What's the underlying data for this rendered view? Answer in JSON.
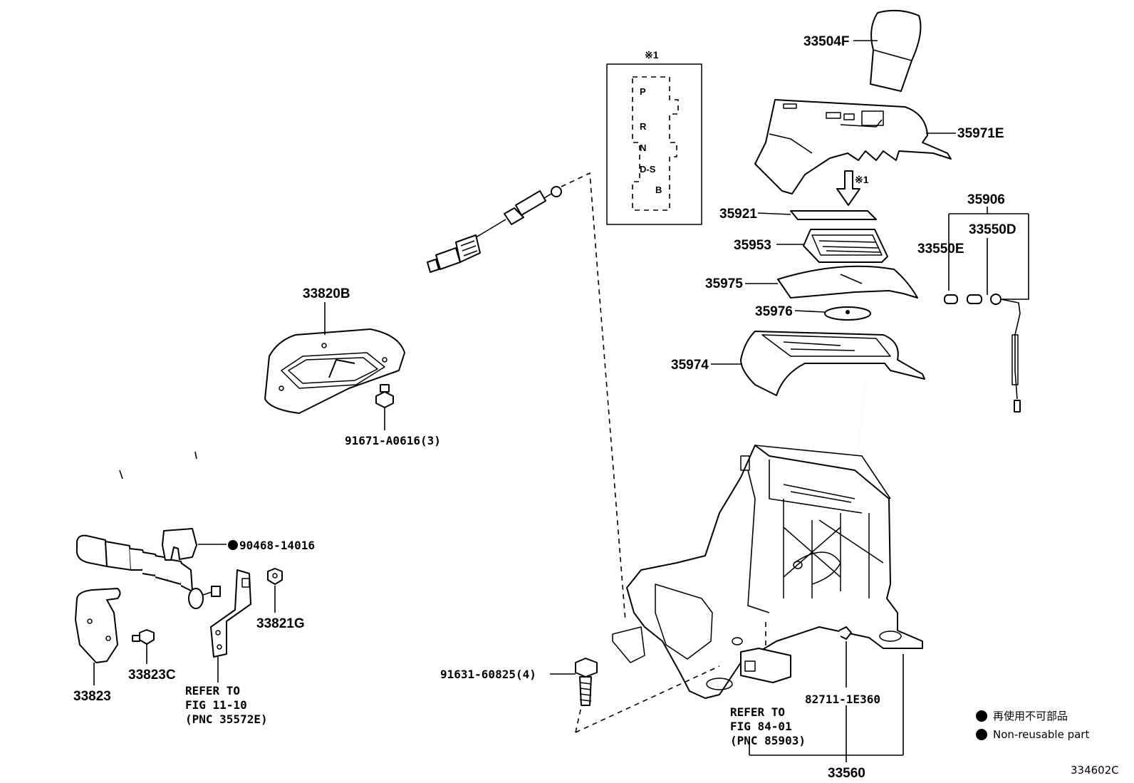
{
  "parts": {
    "p33504F": "33504F",
    "p35971E": "35971E",
    "p35906": "35906",
    "p33550D": "33550D",
    "p33550E": "33550E",
    "p35921": "35921",
    "p35953": "35953",
    "p35975": "35975",
    "p35976": "35976",
    "p35974": "35974",
    "p33820B": "33820B",
    "p91671": "91671-A0616(3)",
    "p90468": "90468-14016",
    "p33821G": "33821G",
    "p33823C": "33823C",
    "p33823": "33823",
    "p91631": "91631-60825(4)",
    "p82711": "82711-1E360",
    "p33560": "33560"
  },
  "refs": {
    "ref1_l1": "REFER TO",
    "ref1_l2": "FIG 11-10",
    "ref1_l3": "(PNC 35572E)",
    "ref2_l1": "REFER TO",
    "ref2_l2": "FIG 84-01",
    "ref2_l3": "(PNC 85903)"
  },
  "inset": {
    "mark": "※1",
    "gate_p": "P",
    "gate_r": "R",
    "gate_n": "N",
    "gate_ds": "D-S",
    "gate_b": "B"
  },
  "arrow_mark": "※1",
  "legend": {
    "jp": "再使用不可部品",
    "en": "Non-reusable part"
  },
  "figure_id": "334602C"
}
